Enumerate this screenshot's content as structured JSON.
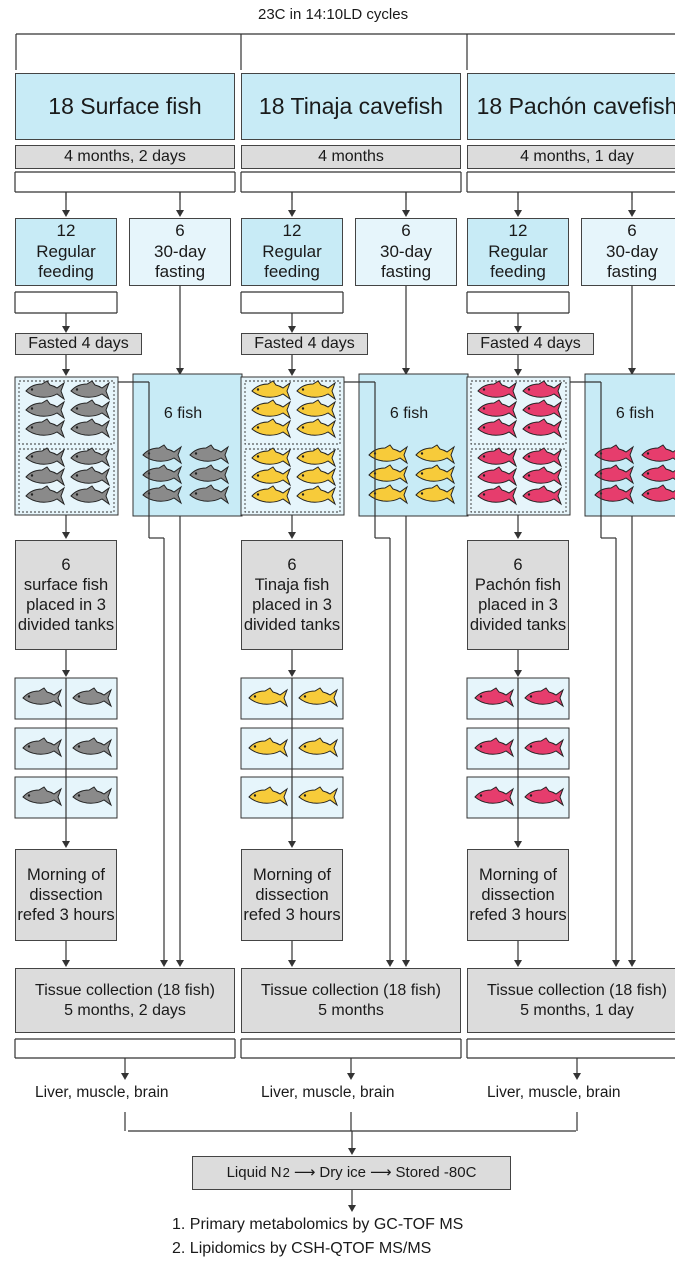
{
  "header": {
    "condition": "23C in 14:10LD cycles"
  },
  "colors": {
    "surface": "#8a8a8a",
    "tinaja": "#f7cb3a",
    "pachon": "#e63d6d",
    "box_blue": "#c8ebf6",
    "box_light": "#e6f5fb",
    "box_grey": "#dcdcdc"
  },
  "columns": [
    {
      "id": "surface",
      "title_num": "18",
      "title_name": "Surface fish",
      "duration": "4 months, 2 days",
      "regular_count": "12",
      "regular_label": "Regular feeding",
      "fasting_count": "6",
      "fasting_label": "30-day fasting",
      "fasted_days": "Fasted 4 days",
      "six_fish": "6 fish",
      "divided_count": "6",
      "divided_label": "surface fish placed in 3 divided tanks",
      "morning": "Morning of dissection refed 3 hours",
      "tissue_line1": "Tissue collection (18 fish)",
      "tissue_line2": "5 months, 2 days",
      "organs": "Liver, muscle, brain"
    },
    {
      "id": "tinaja",
      "title_num": "18",
      "title_name": "Tinaja cavefish",
      "duration": "4 months",
      "regular_count": "12",
      "regular_label": "Regular feeding",
      "fasting_count": "6",
      "fasting_label": "30-day fasting",
      "fasted_days": "Fasted 4 days",
      "six_fish": "6 fish",
      "divided_count": "6",
      "divided_label": "Tinaja fish placed in 3 divided tanks",
      "morning": "Morning of dissection refed 3 hours",
      "tissue_line1": "Tissue collection (18 fish)",
      "tissue_line2": "5 months",
      "organs": "Liver, muscle, brain"
    },
    {
      "id": "pachon",
      "title_num": "18",
      "title_name": "Pachón cavefish",
      "duration": "4 months, 1 day",
      "regular_count": "12",
      "regular_label": "Regular feeding",
      "fasting_count": "6",
      "fasting_label": "30-day fasting",
      "fasted_days": "Fasted 4 days",
      "six_fish": "6 fish",
      "divided_count": "6",
      "divided_label": "Pachón fish placed in 3 divided tanks",
      "morning": "Morning of dissection refed 3 hours",
      "tissue_line1": "Tissue collection (18 fish)",
      "tissue_line2": "5 months, 1 day",
      "organs": "Liver, muscle, brain"
    }
  ],
  "storage": {
    "step1": "Liquid N",
    "step1_sup": "2",
    "step2": "Dry ice",
    "step3": "Stored -80C"
  },
  "analyses": [
    "1. Primary metabolomics by GC-TOF MS",
    "2. Lipidomics by CSH-QTOF MS/MS"
  ]
}
